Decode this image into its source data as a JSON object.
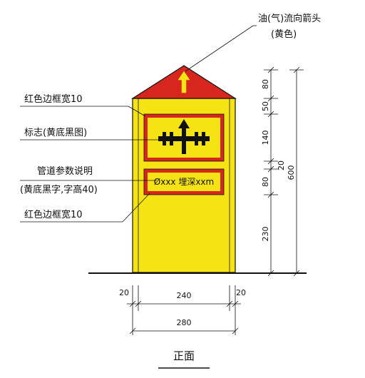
{
  "labels": {
    "arrow_label_line1": "油(气)流向箭头",
    "arrow_label_line2": "(黄色)",
    "red_border_top": "红色边框宽10",
    "sign_label": "标志(黄底黑图)",
    "pipe_param_line1": "管道参数说明",
    "pipe_param_line2": "(黄底黑字,字高40)",
    "red_border_bottom": "红色边框宽10",
    "view_title": "正面"
  },
  "panel_text": "Øxxx 埋深xxm",
  "dimensions": {
    "vertical": {
      "d80_top": "80",
      "d50": "50",
      "d140": "140",
      "d20": "20",
      "d80_mid": "80",
      "d230": "230",
      "total": "600"
    },
    "horizontal": {
      "left_margin": "20",
      "inner_width": "240",
      "right_margin": "20",
      "total_width": "280"
    }
  },
  "colors": {
    "body_yellow": "#f5e314",
    "border_red": "#d7261e",
    "roof_red": "#d7261e",
    "ink": "#111111"
  },
  "icons": {
    "flow_arrow": "up-arrow-icon",
    "pipe_symbol": "pipeline-cross-arrow-icon"
  }
}
